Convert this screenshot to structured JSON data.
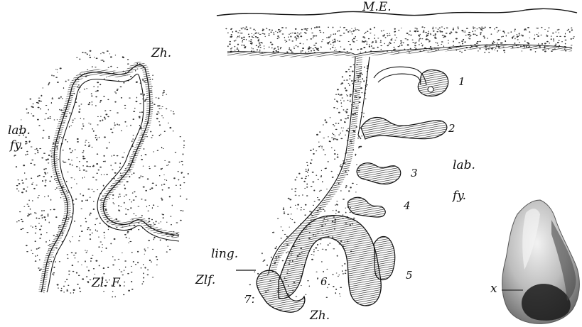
{
  "figure": {
    "left_figure": {
      "labels": {
        "zahnleiste": "Zh.",
        "lab": "lab.",
        "fy": "fy.",
        "zlf": "Zl. F."
      }
    },
    "center_figure": {
      "labels": {
        "mundepithel": "M.E.",
        "lab": "lab.",
        "fy": "fy.",
        "ling": "ling.",
        "zlf": "Zlf.",
        "zahnleiste": "Zh."
      },
      "branch_numbers": [
        "1",
        "2",
        "3",
        "4",
        "5",
        "6.",
        "7."
      ]
    },
    "right_figure": {
      "labels": {
        "marker": "x"
      }
    },
    "colors": {
      "ink": "#111111",
      "hatch": "#222222",
      "stipple": "#333333",
      "specimen_light": "#d9d9d9",
      "specimen_dark": "#1a1a1a"
    }
  }
}
